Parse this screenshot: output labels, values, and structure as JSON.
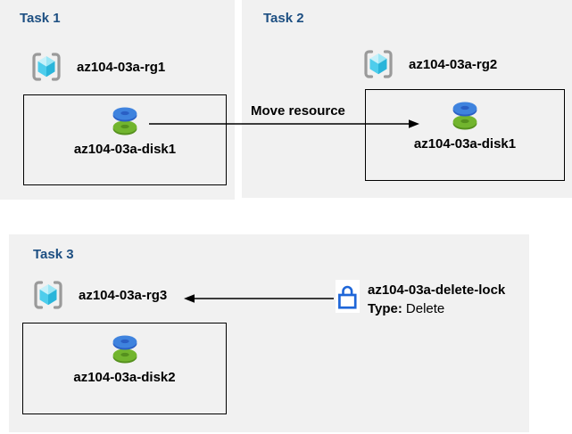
{
  "colors": {
    "page_bg": "#ffffff",
    "panel_bg": "#f1f1f1",
    "task_heading": "#1d4f82",
    "text": "#000000",
    "line": "#000000",
    "bracket_gray": "#9a9a9a",
    "cube_light": "#c6f1fa",
    "cube_medium": "#9be6f5",
    "cube_front_left": "#4ecdec",
    "cube_front_right": "#2ab5da",
    "disk_blue": "#3f83de",
    "disk_blue_dark": "#2a5fc4",
    "disk_green": "#72b52e",
    "disk_green_dark": "#55901e",
    "lock_blue": "#1e66d8"
  },
  "tasks": {
    "task1": {
      "title": "Task 1",
      "resource_group": "az104-03a-rg1",
      "disk": "az104-03a-disk1"
    },
    "task2": {
      "title": "Task 2",
      "resource_group": "az104-03a-rg2",
      "disk": "az104-03a-disk1"
    },
    "task3": {
      "title": "Task 3",
      "resource_group": "az104-03a-rg3",
      "disk": "az104-03a-disk2"
    }
  },
  "arrows": {
    "move_label": "Move resource"
  },
  "lock": {
    "name": "az104-03a-delete-lock",
    "type_label": "Type:",
    "type_value": "Delete"
  },
  "icons": {
    "resource_group": "resource-group-icon",
    "disk": "disk-icon",
    "lock": "lock-icon"
  }
}
